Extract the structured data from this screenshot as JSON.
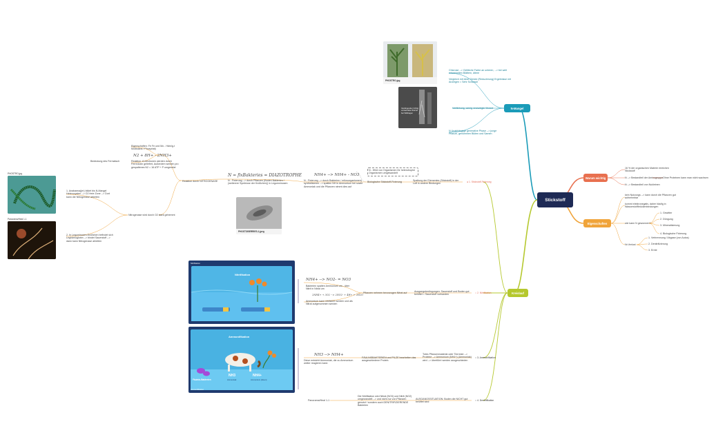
{
  "root": {
    "label": "Stickstoff"
  },
  "branches": {
    "warum": {
      "label": "Warum wichtig"
    },
    "eigenschaften": {
      "label": "Eigenschaften"
    },
    "mangel": {
      "label": "N-Mangel"
    },
    "kreislauf": {
      "label": "Kreislauf"
    }
  },
  "warum_items": [
    "16 % der organischen Materie erreichen Stickstoff",
    "N --> Bestandteil der Aminogruppe",
    "N --> Bestandteil von Nukleinen"
  ],
  "warum_sub": "Ohne Proteinen kann man nicht wachsen",
  "eigenschaften_items": [
    "kein Nutzungs --> kann durch die Pflanzen gut aufnehmbar",
    "kommt elektronegativ, daher häufig in Wasserstoffbrückenbindungen",
    "wie kann N gewonnen?",
    "Nr.Verlust"
  ],
  "gewonnen_items": [
    "1. Gewitter",
    "2. Düngung",
    "3. Mineralisierung",
    "4. Biologische Fixierung"
  ],
  "verlust_items": [
    "1. Verbrennung / Abgase (von Autos)",
    "2. Denitrifizierung",
    "3. Ernte"
  ],
  "mangel_items": [
    "Chlorose --> Gelbliche Farbe an unteren, --> bei weit entwickelten Blättern, ältere",
    "Vergleich mit einer Gerste (Reduzierung) Ergebnisse mit Anzeigen = Sehr Schwach",
    "Verfärbung, wenig verzweigte Wurzel",
    "N Unabhängige generative Phase --> junge Pflanze, genommen Blüten und Samen"
  ],
  "mangel_img1_caption": "PHOSTRO.jpg",
  "mangel_img2_caption": "Verdingender richtig verwendete Wurzel bei Stilltragen",
  "kreislauf_nodes": [
    "1. Stickstoff-Fixierung",
    "2. Nitrifikation",
    "3. Ammonifikation",
    "4. Denitrifikation"
  ],
  "fix_text": "Spaltung der Elementes (Stickstoff) in der Luft in andere Bindungen",
  "fix_bio": "Biologische Stickstoff-Fixierung",
  "fix_callout": "N - Wird von Organismen für heterotrophe Organismen umgewandelt",
  "fix_formula": "NH4+ --> NH4+ - NO3",
  "fix_detail": "N - Fixierung --> durch Bakterien / mikroorganismen) synthetisieren --> spalten NH in Ammonium bei sowie Ammoniak und die Pflanzen nimmt dies auf",
  "nfix_formula": "N = fixBakteries = DIAZOTROPHE",
  "nfix_detail": "N - Fixierung --> durch Pflanzen (Boden Bakterien / (weiterere Symbiose der Knöllchen)) in Legumninosen",
  "nfix_react": "Reaktion durch NITROGENASE",
  "nitrogenase_title": "Bedeutung des Fermatsch",
  "nitrogenase_props": "Eigenschaften: Fe Fe und Mo - Häm/g-t Molibdäns / Phosphat)",
  "nitrogenase_formula": "N2 + 8H+ - 2NH3+",
  "nitrogenase_react": "Reaktion: 8 electronen werden durch Ferredoxin geliefert, Außerdem werden pro gespaltenes N2 = 16 ATP + P umgesetzt",
  "nitrogenase_how": "Nitrogenase wird durch O2 stark gehemmt",
  "anabaena_text": "1. Anabaena(jer) bildet bis N-Mangel Heterocysten --> O2 freie Zone --> Dort kann die Nitrogenase arbeiten",
  "leghemo_text": "2. In Leguminosen-Knöllchen befindet sich Leghämoglobin --> bindet Sauerstoff --> dann kann Nitrogenase arbeiten",
  "img_phostro": "PHOSTRO.jpg",
  "img_panorama": "Panorama/Heal 1-1",
  "img_bacteria": "PHOSTOBERRIES-1.jpeg",
  "nit_formula": "NH4+ --> NO2- = NO3",
  "nit_detail": "Bakterien spalten Ammonium um - über Nitrit in Nitrat um",
  "nit_formula2": "2NH4+ + 3O2 --> 2NO2- + 4H+ + 2H2O",
  "nit_detail2": "Ammonium kann nitrifiziert werden und als Nitrat aufgenommen werden",
  "nit_plants": "Pflanzen nehmen bevorzugen Nitrat auf",
  "nit_cond": "Ausgangsbedingungen: Sauerstoff und Boden gut belüftet = Sauerstoff vorhanden",
  "nit_img_title": "Nitrifikation",
  "nit_img_tag": "Nitrifikation",
  "amm_formula": "NH3 --> NH4+",
  "amm_detail": "Diese entsteht Ammoniak, die zu Ammonium weiter reagieren kann",
  "amm_detail2": "FÄULNISBAKTERIEN und PILZE bearbeiten das ausgeschiedene Protein",
  "amm_detail3": "Totes Pflanzenmaterial oder Tierreste --> Proteine --> Ammonium (NH4+) (Ammoniak) wird --> überführt werden ausgeschieden",
  "amm_img_title": "Ammonifikation",
  "amm_img_tag": "Ammonifikation",
  "amm_img_label1": "Fäulnis-Bakterien",
  "amm_img_label2": "NH3",
  "amm_img_label3": "NH4+",
  "amm_img_sub2": "Ammoniak",
  "amm_img_sub3": "Ammonium (lösen)",
  "denit_detail": "Die Nitrifikation wird Nitrat (NO3) und Nitrit (NO2) umgewandelt --> und nicht nur von Pflanzen genutzt / sondern auch DENITRIFIZIERENDE Bakterien",
  "denit_cond": "AUSGANGSSITUATION: Boden die NICHT gut belüftet sind",
  "denit_panorama": "Panorama/Heal 1-1"
}
